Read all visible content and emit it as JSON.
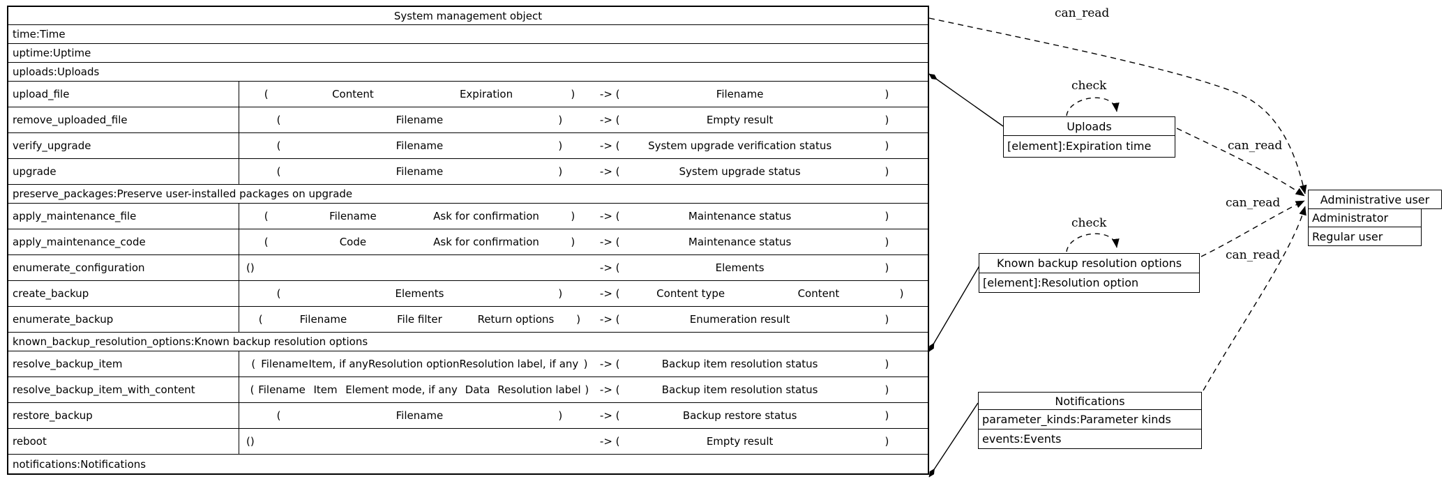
{
  "diagram": {
    "colors": {
      "line": "#000000",
      "background": "#ffffff",
      "text": "#000000"
    },
    "main_table": {
      "title": "System management object",
      "rows": [
        {
          "kind": "attr",
          "text": "time:Time"
        },
        {
          "kind": "attr",
          "text": "uptime:Uptime"
        },
        {
          "kind": "attr",
          "text": "uploads:Uploads"
        },
        {
          "kind": "method",
          "name": "upload_file",
          "inputs": [
            "Content",
            "Expiration"
          ],
          "outputs": [
            "Filename"
          ]
        },
        {
          "kind": "method",
          "name": "remove_uploaded_file",
          "inputs": [
            "Filename"
          ],
          "outputs": [
            "Empty result"
          ]
        },
        {
          "kind": "method",
          "name": "verify_upgrade",
          "inputs": [
            "Filename"
          ],
          "outputs": [
            "System upgrade verification status"
          ]
        },
        {
          "kind": "method",
          "name": "upgrade",
          "inputs": [
            "Filename"
          ],
          "outputs": [
            "System upgrade status"
          ]
        },
        {
          "kind": "attr",
          "text": "preserve_packages:Preserve user-installed packages on upgrade"
        },
        {
          "kind": "method",
          "name": "apply_maintenance_file",
          "inputs": [
            "Filename",
            "Ask for confirmation"
          ],
          "outputs": [
            "Maintenance status"
          ]
        },
        {
          "kind": "method",
          "name": "apply_maintenance_code",
          "inputs": [
            "Code",
            "Ask for confirmation"
          ],
          "outputs": [
            "Maintenance status"
          ]
        },
        {
          "kind": "method",
          "name": "enumerate_configuration",
          "inputs": [],
          "outputs": [
            "Elements"
          ]
        },
        {
          "kind": "method",
          "name": "create_backup",
          "inputs": [
            "Elements"
          ],
          "outputs": [
            "Content type",
            "Content"
          ]
        },
        {
          "kind": "method",
          "name": "enumerate_backup",
          "inputs": [
            "Filename",
            "File filter",
            "Return options"
          ],
          "outputs": [
            "Enumeration result"
          ]
        },
        {
          "kind": "attr",
          "text": "known_backup_resolution_options:Known backup resolution options"
        },
        {
          "kind": "method",
          "name": "resolve_backup_item",
          "inputs": [
            "Filename",
            "Item, if any",
            "Resolution option",
            "Resolution label, if any"
          ],
          "outputs": [
            "Backup item resolution status"
          ]
        },
        {
          "kind": "method",
          "name": "resolve_backup_item_with_content",
          "inputs": [
            "Filename",
            "Item",
            "Element mode, if any",
            "Data",
            "Resolution label"
          ],
          "outputs": [
            "Backup item resolution status"
          ]
        },
        {
          "kind": "method",
          "name": "restore_backup",
          "inputs": [
            "Filename"
          ],
          "outputs": [
            "Backup restore status"
          ]
        },
        {
          "kind": "method",
          "name": "reboot",
          "inputs": [],
          "outputs": [
            "Empty result"
          ]
        },
        {
          "kind": "attr",
          "text": "notifications:Notifications"
        }
      ]
    },
    "nodes": {
      "uploads": {
        "title": "Uploads",
        "rows": [
          "[element]:Expiration time"
        ]
      },
      "backup_options": {
        "title": "Known backup resolution options",
        "rows": [
          "[element]:Resolution option"
        ]
      },
      "notifications": {
        "title": "Notifications",
        "rows": [
          "parameter_kinds:Parameter kinds",
          "events:Events"
        ]
      },
      "admin": {
        "title": "Administrative user",
        "rows": [
          "Administrator",
          "Regular user"
        ]
      }
    },
    "edge_labels": {
      "can_read_top": "can_read",
      "can_read_uploads": "can_read",
      "can_read_backup": "can_read",
      "can_read_notifications": "can_read",
      "check_uploads": "check",
      "check_backup": "check"
    }
  }
}
